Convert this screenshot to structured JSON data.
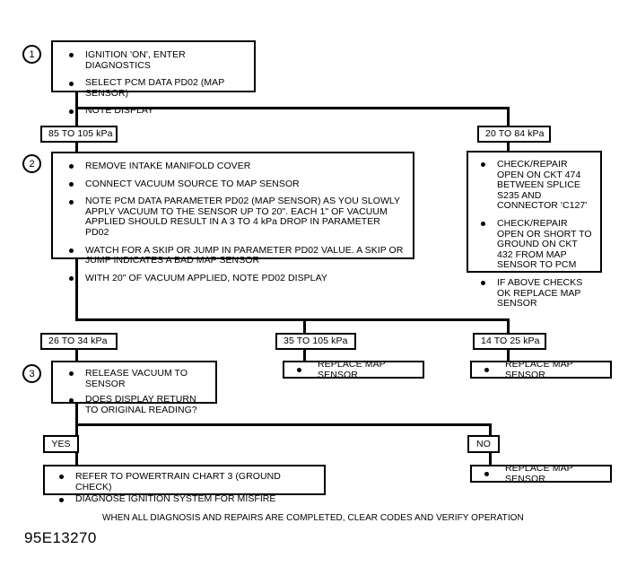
{
  "document": {
    "footer_note": "WHEN ALL DIAGNOSIS AND REPAIRS ARE COMPLETED, CLEAR CODES AND VERIFY OPERATION",
    "doc_id": "95E13270"
  },
  "steps": {
    "one": "1",
    "two": "2",
    "three": "3"
  },
  "step1": {
    "items": [
      "IGNITION 'ON', ENTER DIAGNOSTICS",
      "SELECT PCM DATA PD02 (MAP SENSOR)",
      "NOTE DISPLAY"
    ]
  },
  "branch1": {
    "left_label": "85 TO 105 kPa",
    "right_label": "20 TO 84 kPa"
  },
  "step2": {
    "items": [
      "REMOVE INTAKE MANIFOLD COVER",
      "CONNECT VACUUM SOURCE TO MAP SENSOR",
      "NOTE PCM DATA PARAMETER PD02 (MAP SENSOR) AS YOU SLOWLY APPLY VACUUM TO THE SENSOR UP TO 20\". EACH 1\" OF VACUUM APPLIED SHOULD RESULT IN A 3 TO 4 kPa DROP IN PARAMETER PD02",
      "WATCH FOR A SKIP OR JUMP IN PARAMETER PD02 VALUE.  A SKIP OR JUMP INDICATES A BAD MAP SENSOR",
      "WITH 20\" OF VACUUM APPLIED, NOTE PD02 DISPLAY"
    ]
  },
  "open_circuit_box": {
    "items": [
      "CHECK/REPAIR OPEN ON CKT 474 BETWEEN SPLICE S235 AND CONNECTOR 'C127'",
      "CHECK/REPAIR OPEN OR SHORT TO GROUND ON CKT 432 FROM MAP SENSOR TO PCM",
      "IF ABOVE CHECKS OK REPLACE MAP SENSOR"
    ]
  },
  "branch2": {
    "left_label": "26 TO 34 kPa",
    "middle_label": "35 TO 105 kPa",
    "right_label": "14 TO 25 kPa"
  },
  "step3": {
    "items": [
      "RELEASE VACUUM TO SENSOR",
      "DOES DISPLAY RETURN TO ORIGINAL READING?"
    ]
  },
  "replace_middle": {
    "label": "REPLACE MAP SENSOR"
  },
  "replace_right": {
    "label": "REPLACE MAP SENSOR"
  },
  "branch3": {
    "yes_label": "YES",
    "no_label": "NO"
  },
  "yes_result": {
    "items": [
      "REFER TO POWERTRAIN CHART 3 (GROUND CHECK)",
      "DIAGNOSE IGNITION SYSTEM FOR MISFIRE"
    ]
  },
  "no_result": {
    "label": "REPLACE MAP SENSOR"
  }
}
